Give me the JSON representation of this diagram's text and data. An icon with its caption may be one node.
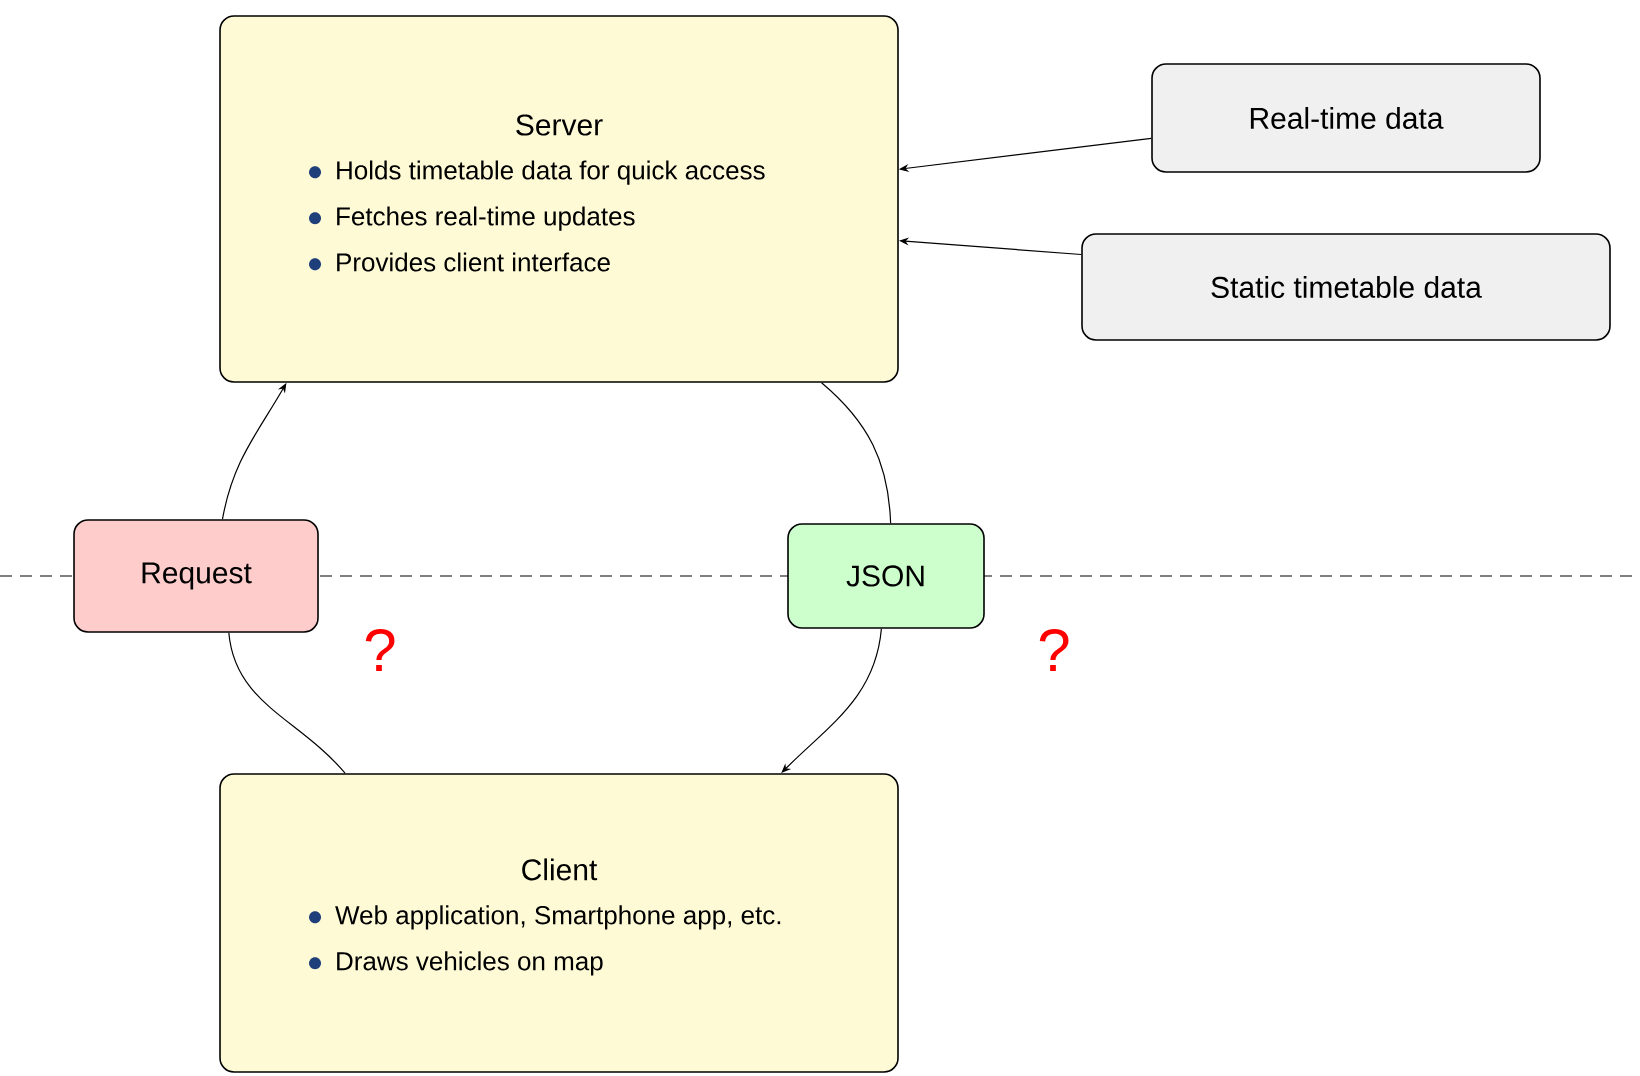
{
  "diagram": {
    "nodes": [
      {
        "text": [
          "Server",
          "Holds timetable data for quick access",
          "Fetches real-time updates",
          "Provides client interface"
        ]
      },
      {
        "text": [
          "Real-time data"
        ]
      },
      {
        "text": [
          "Static timetable data"
        ]
      },
      {
        "text": [
          "Request"
        ]
      },
      {
        "text": [
          "JSON"
        ]
      },
      {
        "text": [
          "Client",
          "Web application, Smartphone app, etc.",
          "Draws vehicles on map"
        ]
      }
    ],
    "edges": [
      {
        "from": 5,
        "to": 3,
        "arrow": "none"
      },
      {
        "from": 3,
        "to": 0,
        "arrow": "to"
      },
      {
        "from": 0,
        "to": 4,
        "arrow": "none"
      },
      {
        "from": 4,
        "to": 5,
        "arrow": "to"
      },
      {
        "from": 1,
        "to": 0,
        "arrow": "to"
      },
      {
        "from": 2,
        "to": 0,
        "arrow": "to"
      }
    ],
    "labels": [
      "?",
      "?"
    ]
  }
}
